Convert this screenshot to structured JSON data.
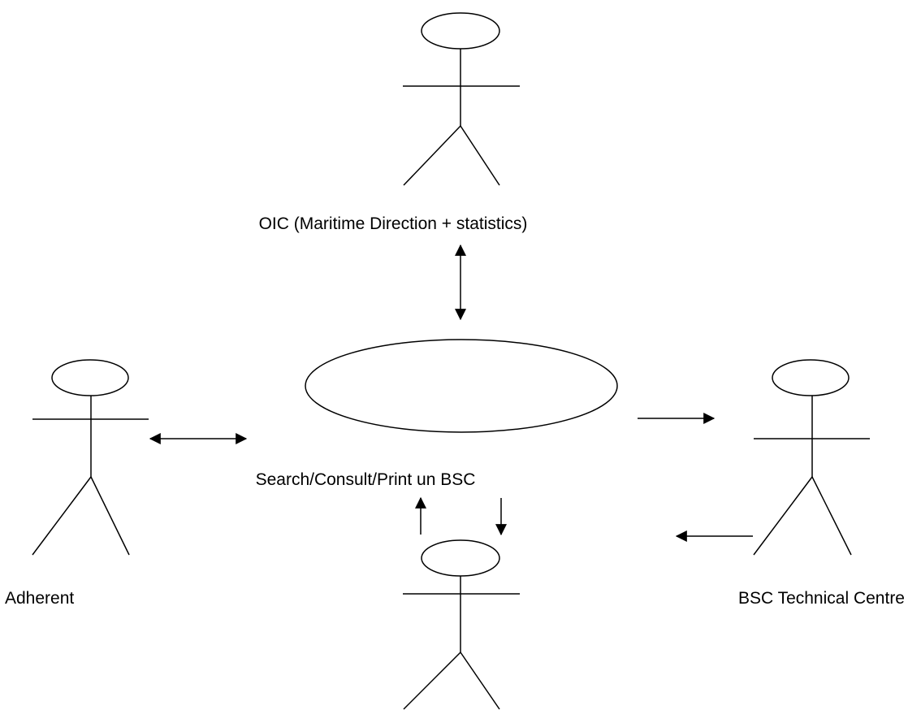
{
  "use_case": {
    "label": "Search/Consult/Print un BSC"
  },
  "actors": {
    "top": {
      "label": "OIC (Maritime Direction + statistics)"
    },
    "left": {
      "label": "Adherent"
    },
    "right": {
      "label": "BSC Technical Centre"
    },
    "bottom": {
      "label": ""
    }
  },
  "colors": {
    "stroke": "#000000",
    "background": "#ffffff"
  }
}
